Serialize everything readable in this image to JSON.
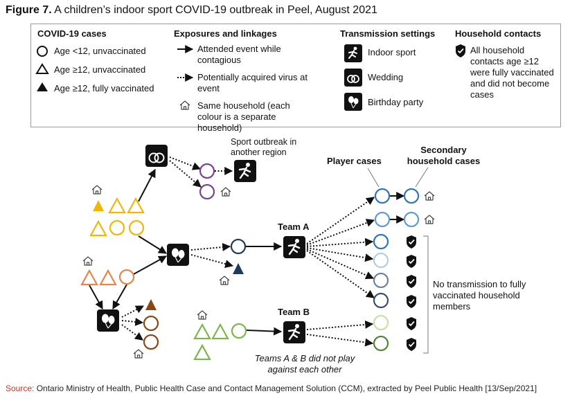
{
  "title": {
    "prefix": "Figure 7.",
    "text": "A children’s indoor sport COVID-19 outbreak in Peel, August 2021"
  },
  "legend": {
    "cases": {
      "heading": "COVID-19 cases",
      "items": [
        "Age <12, unvaccinated",
        "Age ≥12, unvaccinated",
        "Age ≥12, fully vaccinated"
      ]
    },
    "exposures": {
      "heading": "Exposures and linkages",
      "items": [
        "Attended event while contagious",
        "Potentially acquired virus at event",
        "Same household (each colour is a separate household)"
      ]
    },
    "settings": {
      "heading": "Transmission settings",
      "items": [
        "Indoor sport",
        "Wedding",
        "Birthday party"
      ]
    },
    "household": {
      "heading": "Household contacts",
      "text": "All household contacts age ≥12 were fully vaccinated and did not become cases"
    }
  },
  "diagram": {
    "sport_outbreak_note": "Sport outbreak in another region",
    "player_cases_label": "Player cases",
    "secondary_cases_label": "Secondary household cases",
    "team_a_label": "Team A",
    "team_b_label": "Team B",
    "no_transmission_note": "No transmission to fully vaccinated household members",
    "teams_note": "Teams A & B did not play against each other"
  },
  "colors": {
    "yellow_household": "#f2b705",
    "orange_household": "#e8844a",
    "purple_household": "#7b3f98",
    "navy_household": "#1f3a5f",
    "brown_household": "#8b4513",
    "green_household": "#7ab648",
    "blue_household": "#2e75b6",
    "icon_black": "#111111"
  },
  "source": {
    "label": "Source:",
    "text": "Ontario Ministry of Health, Public Health Case and Contact Management Solution (CCM), extracted by Peel Public Health [13/Sep/2021]"
  }
}
